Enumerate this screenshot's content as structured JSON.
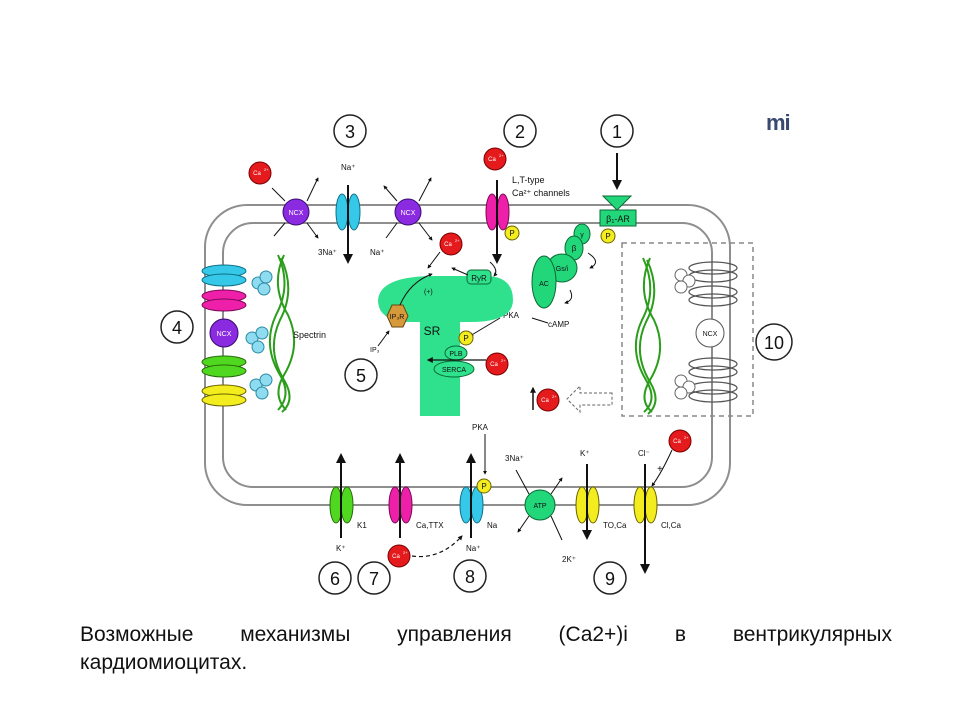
{
  "logo": "mi",
  "numbers": [
    "1",
    "2",
    "3",
    "4",
    "5",
    "6",
    "7",
    "8",
    "9",
    "10"
  ],
  "labels": {
    "ca": "Ca",
    "ca_sup": "2+",
    "ncx": "NCX",
    "na_plus": "Na⁺",
    "three_na_plus": "3Na⁺",
    "three_na": "3Na",
    "ltype_line1": "L,T-type",
    "ltype_line2": "Ca²⁺ channels",
    "beta_ar": "β₁-AR",
    "beta": "β",
    "gamma": "γ",
    "gs": "Gs/i",
    "ac": "AC",
    "camp": "cAMP",
    "pka": "PKA",
    "p": "P",
    "ryr": "RyR",
    "sr": "SR",
    "plb": "PLB",
    "serca": "SERCA",
    "ip3r": "IP₃R",
    "ip3": "IP₃",
    "plus_paren": "(+)",
    "spectrin": "Spectrin",
    "k_plus": "K⁺",
    "k1": "K1",
    "ca_ttx": "Ca,TTX",
    "na": "Na",
    "atp": "ATP",
    "two_k": "2K⁺",
    "to_ca": "TO,Ca",
    "cl": "Cl⁻",
    "cl_ca": "Cl,Ca",
    "plus": "+"
  },
  "colors": {
    "membrane": "#9a9a9a",
    "ncx": "#8a2be2",
    "ca_ball": "#e41a1c",
    "cyan_channel": "#35c8e8",
    "magenta_channel": "#ee1fa8",
    "green_protein": "#22d67a",
    "yellow": "#f3ec1f",
    "lime": "#4fd81f",
    "sr": "#2fe08c",
    "spectrin": "#2a9d1a"
  },
  "caption": {
    "line1": "Возможные механизмы управления (Ca2+)i в вентрикулярных",
    "line2": "кардиомиоцитах."
  }
}
